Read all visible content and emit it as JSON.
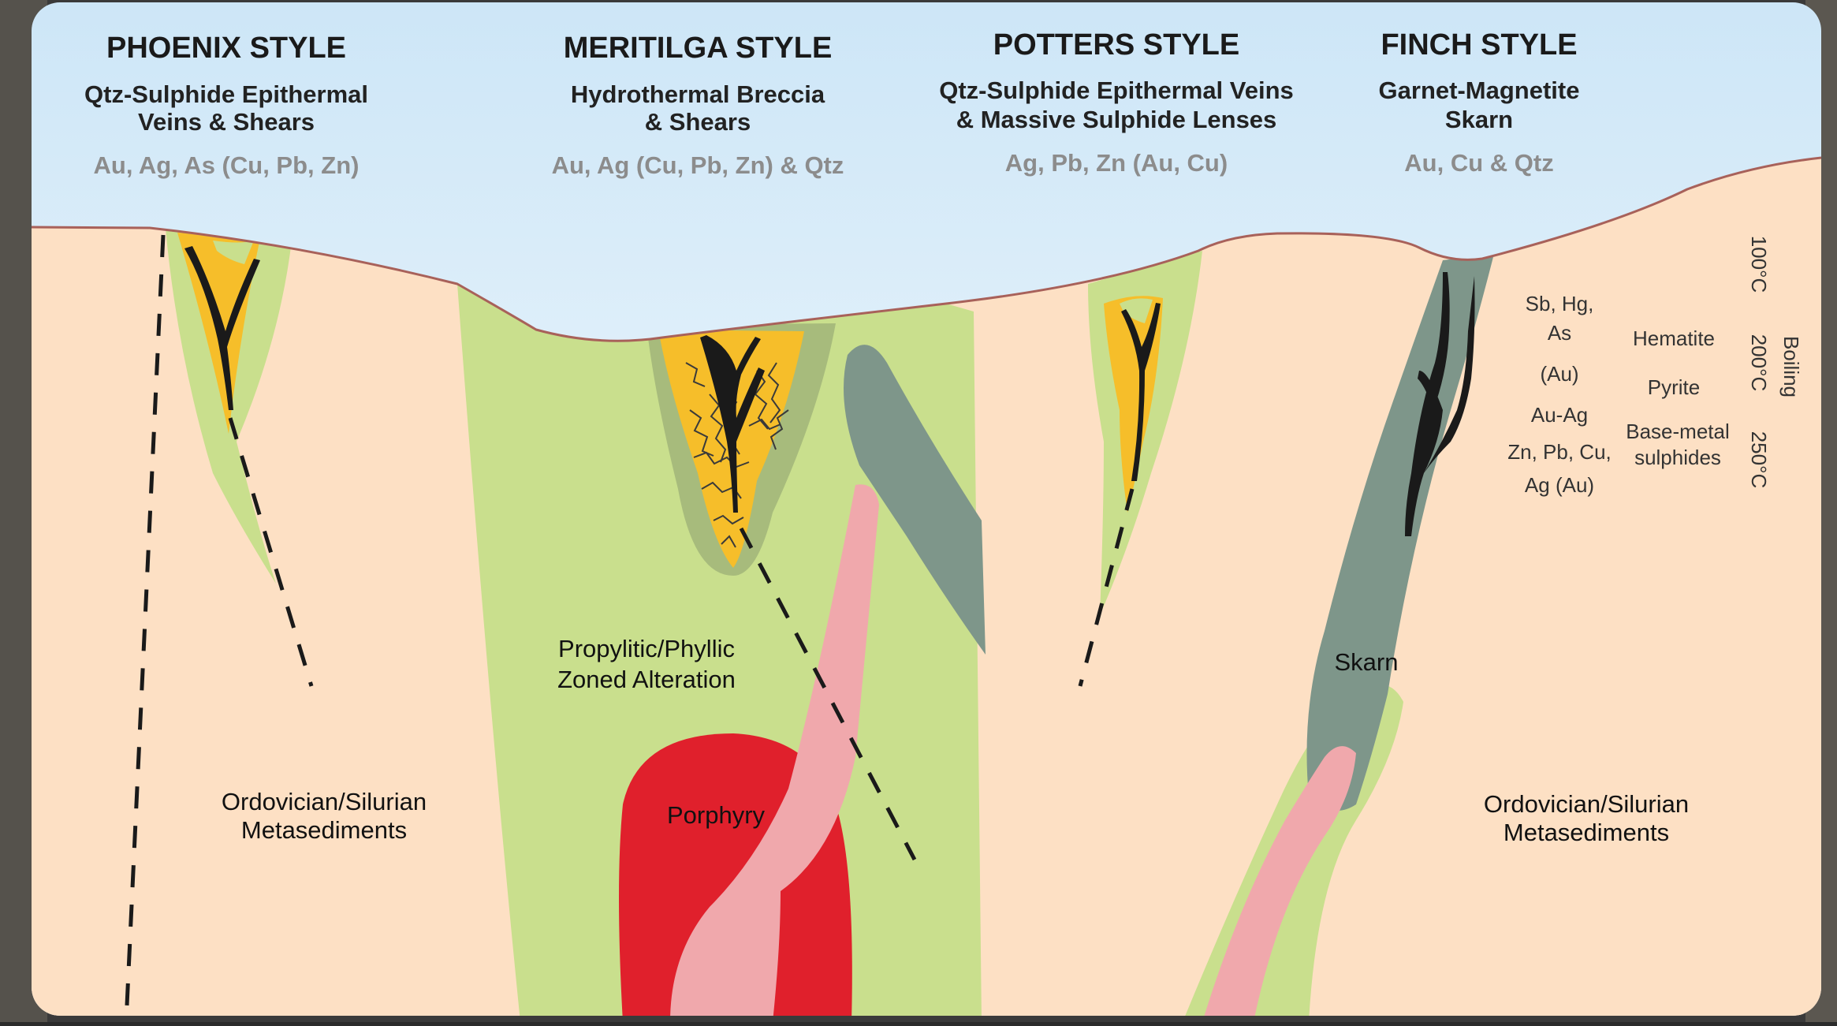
{
  "styles": [
    {
      "title": "PHOENIX STYLE",
      "subtitle_line1": "Qtz-Sulphide Epithermal",
      "subtitle_line2": "Veins & Shears",
      "metals": "Au, Ag, As (Cu, Pb, Zn)"
    },
    {
      "title": "MERITILGA STYLE",
      "subtitle_line1": "Hydrothermal Breccia",
      "subtitle_line2": "& Shears",
      "metals": "Au, Ag (Cu, Pb, Zn) & Qtz"
    },
    {
      "title": "POTTERS STYLE",
      "subtitle_line1": "Qtz-Sulphide Epithermal Veins",
      "subtitle_line2": "& Massive Sulphide Lenses",
      "metals": "Ag, Pb, Zn (Au, Cu)"
    },
    {
      "title": "FINCH STYLE",
      "subtitle_line1": "Garnet-Magnetite",
      "subtitle_line2": "Skarn",
      "metals": "Au, Cu & Qtz"
    }
  ],
  "labels": {
    "metasediments_left_1": "Ordovician/Silurian",
    "metasediments_left_2": "Metasediments",
    "metasediments_right_1": "Ordovician/Silurian",
    "metasediments_right_2": "Metasediments",
    "alteration_1": "Propylitic/Phyllic",
    "alteration_2": "Zoned Alteration",
    "porphyry": "Porphyry",
    "skarn": "Skarn"
  },
  "zonation": {
    "sb_hg_1": "Sb, Hg,",
    "sb_hg_2": "As",
    "au": "(Au)",
    "au_ag": "Au-Ag",
    "zn_pb_1": "Zn, Pb, Cu,",
    "zn_pb_2": "Ag (Au)",
    "hematite": "Hematite",
    "pyrite": "Pyrite",
    "base_metal_1": "Base-metal",
    "base_metal_2": "sulphides",
    "temp_100": "100°C",
    "temp_200": "200°C",
    "temp_250": "250°C",
    "boiling": "Boiling"
  },
  "colors": {
    "sky_top": "#cde6f7",
    "sky_bottom": "#ffffff",
    "ground": "#fde0c4",
    "alteration": "#c9df8d",
    "alteration_dark": "#a7bb7c",
    "ore": "#f6be2a",
    "porphyry": "#e0202c",
    "pink": "#f0a8ac",
    "skarn": "#7e968a",
    "surface_line": "#a8615a"
  }
}
